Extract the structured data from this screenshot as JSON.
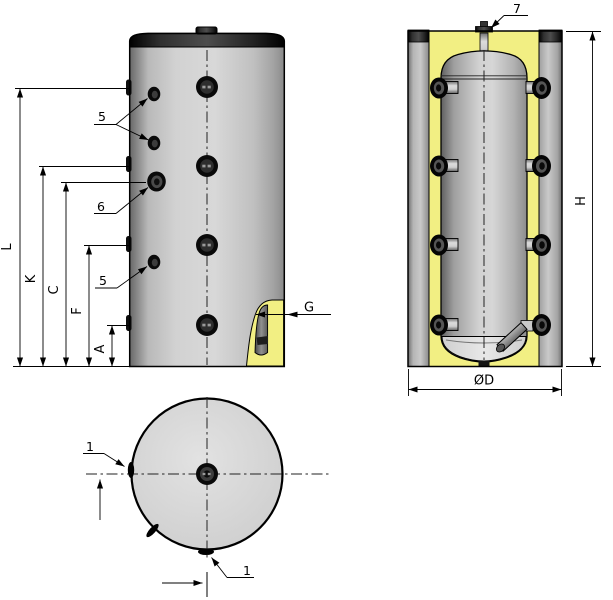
{
  "front_view": {
    "dim_labels": {
      "l": "L",
      "k": "K",
      "c": "C",
      "f": "F",
      "a": "A",
      "g": "G"
    },
    "callouts": {
      "five_top": "5",
      "six": "6",
      "five_bottom": "5"
    }
  },
  "section_view": {
    "dim_labels": {
      "h": "H",
      "d": "ØD"
    },
    "callouts": {
      "seven": "7"
    }
  },
  "top_view": {
    "callouts": {
      "one_left": "1",
      "one_bottom": "1"
    }
  },
  "colors": {
    "background": "#ffffff",
    "line": "#000000",
    "insulation_yellow": "#f2ef83",
    "steel_light": "#d6d6d6",
    "steel_mid": "#a8a8a8",
    "steel_dark": "#5f5f5f",
    "cap_black": "#151515",
    "port_black": "#0a0a0a"
  }
}
